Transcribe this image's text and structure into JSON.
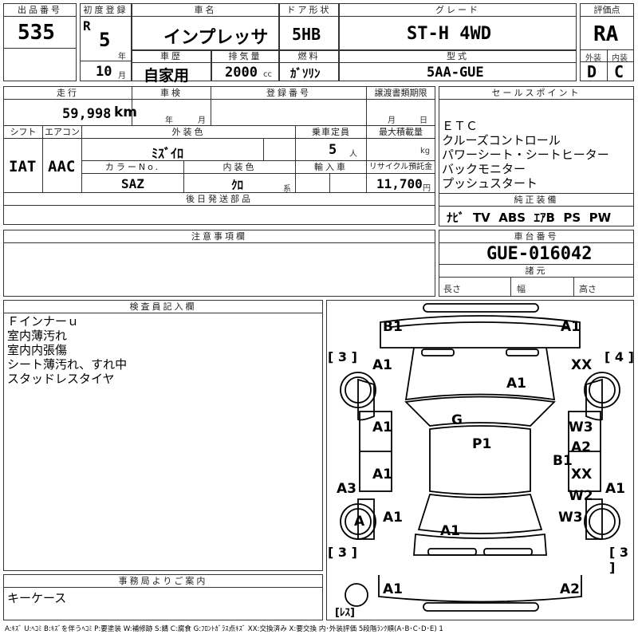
{
  "header": {
    "lot_label": "出品番号",
    "lot": "535",
    "reg_label": "初度登録",
    "era": "R",
    "year": "5",
    "year_unit": "年",
    "month": "10",
    "month_unit": "月",
    "name_label": "車名",
    "name": "インプレッサ",
    "body_label": "ドア形状",
    "body": "5HB",
    "grade_label": "グレード",
    "grade": "ST-H 4WD",
    "score_label": "評価点",
    "score": "RA",
    "history_label": "車歴",
    "history": "自家用",
    "cc_label": "排気量",
    "cc": "2000",
    "cc_unit": "cc",
    "fuel_label": "燃料",
    "fuel": "ｶﾞｿﾘﾝ",
    "model_label": "型式",
    "model": "5AA-GUE",
    "ext_label": "外装",
    "ext": "D",
    "int_label": "内装",
    "int": "C"
  },
  "row2": {
    "mileage_label": "走行",
    "mileage": "59,998",
    "mileage_unit": "km",
    "inspect_label": "車検",
    "inspect_year": "年",
    "inspect_month": "月",
    "regno_label": "登録番号",
    "transfer_label": "譲渡書類期限",
    "transfer_month": "月",
    "transfer_day": "日",
    "shift_label": "シフト",
    "shift": "IAT",
    "ac_label": "エアコン",
    "ac": "AAC",
    "color_label": "外装色",
    "color": "ﾐｽﾞｲﾛ",
    "cap_label": "乗車定員",
    "cap": "5",
    "cap_unit": "人",
    "load_label": "最大積載量",
    "load_unit": "kg",
    "colorno_label": "カラーNo.",
    "colorno": "SAZ",
    "intcolor_label": "内装色",
    "intcolor": "ｸﾛ",
    "intcolor_unit": "系",
    "import_label": "輸入車",
    "recycle_label": "リサイクル預託金",
    "recycle": "11,700",
    "recycle_unit": "円",
    "later_label": "後日発送部品"
  },
  "sales": {
    "label": "セールスポイント",
    "items": "ＥＴＣ\nクルーズコントロール\nパワーシート・シートヒーター\nバックモニター\nプッシュスタート"
  },
  "equip": {
    "label": "純正装備",
    "items": "ﾅﾋﾞ  TV  ABS  ｴｱB  PS  PW"
  },
  "notes": {
    "label": "注意事項欄"
  },
  "chassis": {
    "label": "車台番号",
    "value": "GUE-016042",
    "dim_label": "諸元",
    "len": "長さ",
    "wid": "幅",
    "hgt": "高さ"
  },
  "inspector": {
    "label": "検査員記入欄",
    "text": "Ｆインナーｕ\n室内薄汚れ\n室内内張傷\nシート薄汚れ、すれ中\nスタッドレスタイヤ"
  },
  "office": {
    "label": "事務局よりご案内",
    "text": "キーケース"
  },
  "legend": "A:ｷｽﾞ U:ﾍｺﾐ B:ｷｽﾞを伴うﾍｺﾐ P:要塗装 W:補修跡 S:錆 C:腐食 G:ﾌﾛﾝﾄｶﾞﾗｽ点ｷｽﾞ XX:交換済み X:要交換  内･外装評価  5段階ﾗﾝｸ順(A･B･C･D･E) 1",
  "diagram": {
    "tires": [
      "[ 3 ]",
      "[ 4 ]",
      "[ 3 ]",
      "[ 3 ]",
      "[ﾚｽ]"
    ],
    "marks": [
      "B1",
      "A1",
      "A1",
      "XX",
      "A1",
      "G",
      "P1",
      "A1",
      "W3",
      "A2",
      "B1",
      "A1",
      "XX",
      "W2",
      "A3",
      "A1",
      "A",
      "A1",
      "W3",
      "A1",
      "A1",
      "A2"
    ]
  }
}
